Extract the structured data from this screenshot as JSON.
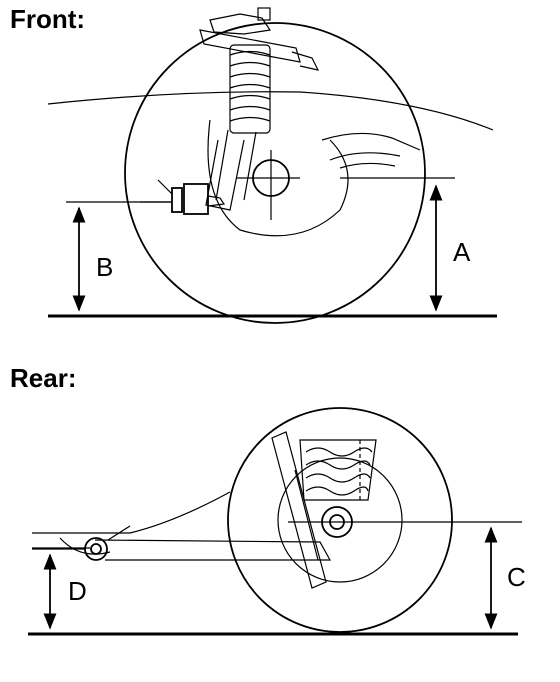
{
  "front": {
    "heading": "Front:",
    "label_a": "A",
    "label_b": "B"
  },
  "rear": {
    "heading": "Rear:",
    "label_c": "C",
    "label_d": "D"
  }
}
